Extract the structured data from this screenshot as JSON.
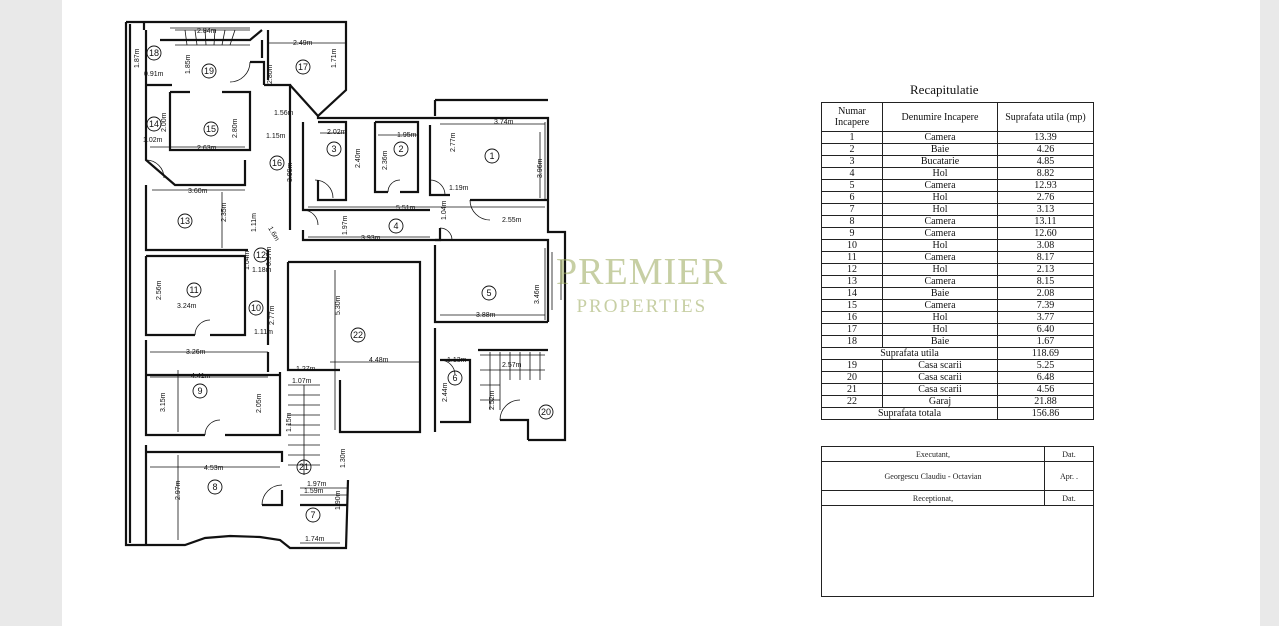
{
  "recap": {
    "title": "Recapitulatie",
    "headers": [
      "Numar Incapere",
      "Denumire Incapere",
      "Suprafata utila (mp)"
    ],
    "rows": [
      [
        "1",
        "Camera",
        "13.39"
      ],
      [
        "2",
        "Baie",
        "4.26"
      ],
      [
        "3",
        "Bucatarie",
        "4.85"
      ],
      [
        "4",
        "Hol",
        "8.82"
      ],
      [
        "5",
        "Camera",
        "12.93"
      ],
      [
        "6",
        "Hol",
        "2.76"
      ],
      [
        "7",
        "Hol",
        "3.13"
      ],
      [
        "8",
        "Camera",
        "13.11"
      ],
      [
        "9",
        "Camera",
        "12.60"
      ],
      [
        "10",
        "Hol",
        "3.08"
      ],
      [
        "11",
        "Camera",
        "8.17"
      ],
      [
        "12",
        "Hol",
        "2.13"
      ],
      [
        "13",
        "Camera",
        "8.15"
      ],
      [
        "14",
        "Baie",
        "2.08"
      ],
      [
        "15",
        "Camera",
        "7.39"
      ],
      [
        "16",
        "Hol",
        "3.77"
      ],
      [
        "17",
        "Hol",
        "6.40"
      ],
      [
        "18",
        "Baie",
        "1.67"
      ]
    ],
    "useful_label": "Suprafata utila",
    "useful_value": "118.69",
    "rows2": [
      [
        "19",
        "Casa scarii",
        "5.25"
      ],
      [
        "20",
        "Casa scarii",
        "6.48"
      ],
      [
        "21",
        "Casa scarii",
        "4.56"
      ],
      [
        "22",
        "Garaj",
        "21.88"
      ]
    ],
    "total_label": "Suprafata totala",
    "total_value": "156.86"
  },
  "signature": {
    "executant": "Executant,",
    "date1": "Dat.",
    "name": "Georgescu Claudiu - Octavian",
    "date2": "Apr. .",
    "receptionat": "Receptionat,",
    "date3": "Dat."
  },
  "watermark": {
    "main": "PREMIER",
    "sub": "PROPERTIES"
  },
  "plan": {
    "rooms": [
      "1",
      "2",
      "3",
      "4",
      "5",
      "6",
      "7",
      "8",
      "9",
      "10",
      "11",
      "12",
      "13",
      "14",
      "15",
      "16",
      "17",
      "18",
      "19",
      "20",
      "21",
      "22"
    ],
    "dims": {
      "d1": "2.84m",
      "d2": "2.49m",
      "d3": "1.87m",
      "d4": "0.91m",
      "d5": "1.85m",
      "d6": "2.80m",
      "d7": "1.71m",
      "d8": "1.56m",
      "d9": "1.15m",
      "d10": "2.00m",
      "d11": "2.80m",
      "d12": "1.02m",
      "d13": "2.63m",
      "d14": "3.99m",
      "d15": "2.02m",
      "d16": "2.40m",
      "d17": "1.95m",
      "d18": "2.36m",
      "d19": "3.74m",
      "d20": "2.77m",
      "d21": "3.96m",
      "d22": "1.19m",
      "d23": "5.51m",
      "d24": "1.04m",
      "d25": "2.55m",
      "d26": "3.60m",
      "d27": "2.35m",
      "d28": "1.11m",
      "d29": "1.6m",
      "d30": "1.97m",
      "d31": "3.93m",
      "d32": "1.04m",
      "d33": "0.97m",
      "d34": "1.18m",
      "d35": "2.56m",
      "d36": "3.24m",
      "d37": "2.77m",
      "d38": "1.11m",
      "d39": "5.30m",
      "d40": "3.88m",
      "d41": "3.46m",
      "d42": "3.26m",
      "d43": "4.41m",
      "d44": "1.27m",
      "d45": "4.48m",
      "d46": "1.13m",
      "d47": "2.57m",
      "d48": "3.15m",
      "d49": "2.05m",
      "d50": "1.07m",
      "d51": "2.44m",
      "d52": "2.52m",
      "d53": "1.15m",
      "d54": "4.53m",
      "d55": "1.30m",
      "d56": "2.97m",
      "d57": "1.97m",
      "d58": "1.59m",
      "d59": "1.90m",
      "d60": "1.74m"
    }
  }
}
